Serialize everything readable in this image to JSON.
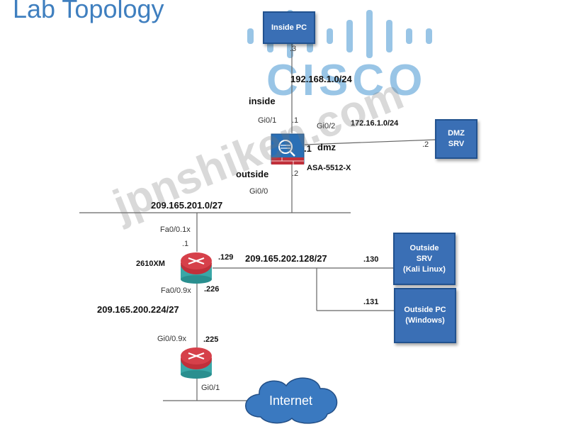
{
  "title": "Lab Topology",
  "logo": {
    "text": "CISCO",
    "color": "#4a9bd4"
  },
  "watermark": "jpnshiken.com",
  "devices": {
    "inside_pc": "Inside PC",
    "dmz_srv": [
      "DMZ",
      "SRV"
    ],
    "outside_srv": [
      "Outside",
      "SRV",
      "(Kali Linux)"
    ],
    "outside_pc": [
      "Outside PC",
      "(Windows)"
    ],
    "internet": "Internet",
    "asa": "ASA-5512-X",
    "router1": "2610XM"
  },
  "labels": {
    "inside_pc_host": ".3",
    "inside_net": "192.168.1.0/24",
    "inside_zone": "inside",
    "gi01_asa": "Gi0/1",
    "asa_inside_ip": ".1",
    "gi02_asa": "Gi0/2",
    "dmz_net": "172.16.1.0/24",
    "asa_dmz_ip": ".1",
    "dmz_zone": "dmz",
    "dmz_srv_ip": ".2",
    "outside_zone": "outside",
    "asa_outside_ip": ".2",
    "gi00_asa": "Gi0/0",
    "outside_net": "209.165.201.0/27",
    "fa01x": "Fa0/0.1x",
    "r1_top_ip": ".1",
    "r1_129": ".129",
    "net_202": "209.165.202.128/27",
    "srv_130": ".130",
    "pc_131": ".131",
    "fa09x": "Fa0/0.9x",
    "r1_226": ".226",
    "net_200": "209.165.200.224/27",
    "gi09x": "Gi0/0.9x",
    "r2_225": ".225",
    "gi01_r2": "Gi0/1"
  },
  "colors": {
    "box": "#3a6fb5",
    "router": "#c0303a",
    "router_base": "#3aa7a7",
    "firewall": "#2a6fb5",
    "cloud": "#3a79c0"
  }
}
